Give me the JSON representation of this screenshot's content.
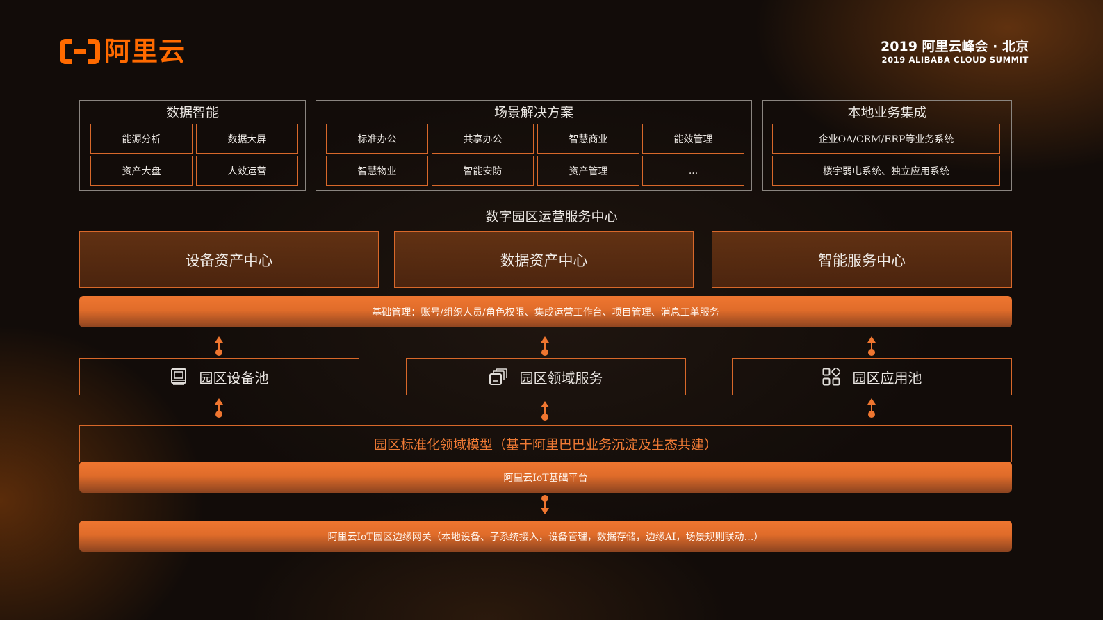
{
  "header": {
    "logo_text": "阿里云",
    "summit_title": "2019 阿里云峰会 · 北京",
    "summit_subtitle": "2019 ALIBABA CLOUD SUMMIT"
  },
  "top_groups": [
    {
      "title": "数据智能",
      "items": [
        "能源分析",
        "数据大屏",
        "资产大盘",
        "人效运营"
      ]
    },
    {
      "title": "场景解决方案",
      "items": [
        "标准办公",
        "共享办公",
        "智慧商业",
        "能效管理",
        "智慧物业",
        "智能安防",
        "资产管理",
        "..."
      ]
    },
    {
      "title": "本地业务集成",
      "items": [
        "企业OA/CRM/ERP等业务系统",
        "楼宇弱电系统、独立应用系统"
      ]
    }
  ],
  "operations_center": {
    "title": "数字园区运营服务中心",
    "hubs": [
      "设备资产中心",
      "数据资产中心",
      "智能服务中心"
    ]
  },
  "base_management": "基础管理：账号/组织人员/角色权限、集成运营工作台、项目管理、消息工单服务",
  "pools": [
    {
      "label": "园区设备池",
      "icon": "device-monitor-icon"
    },
    {
      "label": "园区领域服务",
      "icon": "stacked-windows-icon"
    },
    {
      "label": "园区应用池",
      "icon": "app-grid-icon"
    }
  ],
  "domain_model": "园区标准化领域模型（基于阿里巴巴业务沉淀及生态共建）",
  "iot_platform": "阿里云IoT基础平台",
  "edge_gateway": "阿里云IoT园区边缘网关（本地设备、子系统接入，设备管理，数据存储，边缘AI，场景规则联动…）",
  "colors": {
    "accent": "#ff6a00",
    "border": "#d8682a",
    "bar_top": "#ef7630",
    "bar_bottom": "#8c4420",
    "model_text": "#ef7a35"
  }
}
